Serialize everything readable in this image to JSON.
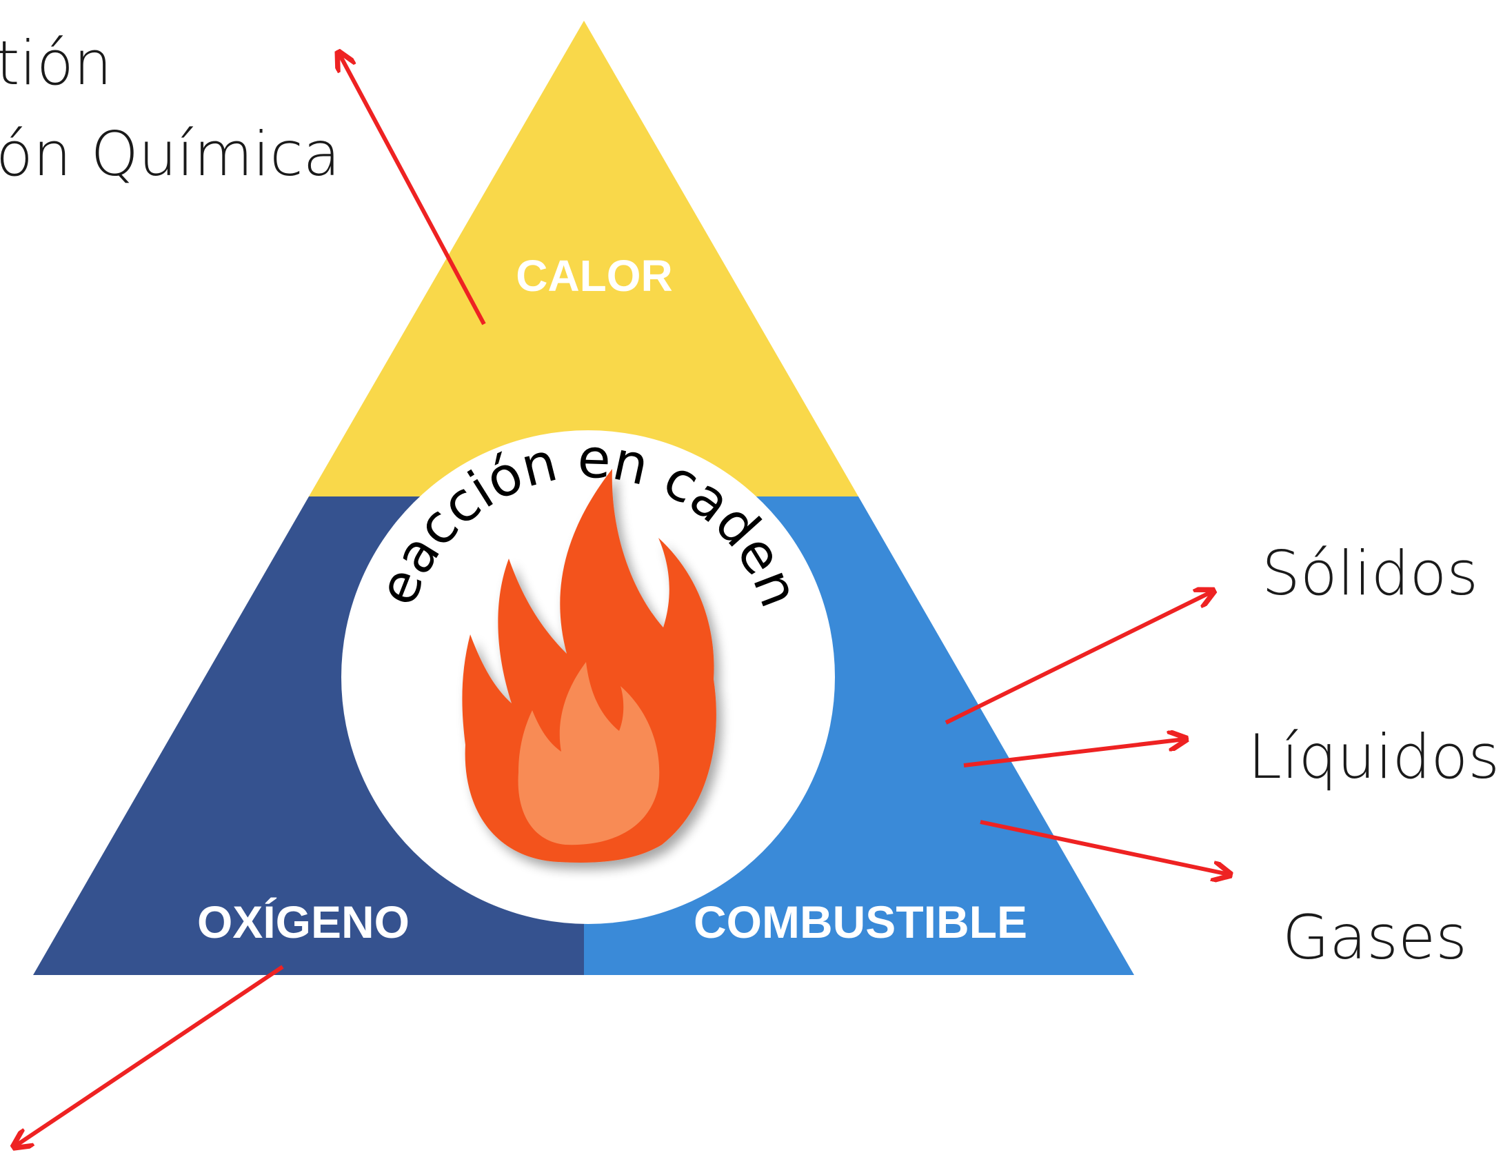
{
  "diagram": {
    "sides": {
      "top": "CALOR",
      "bottom_left": "OXÍGENO",
      "bottom_right": "COMBUSTIBLE"
    },
    "center_arc_text": "Reacción en cadena",
    "top_left_lines": [
      "tión",
      "ón Química"
    ],
    "fuel_states": [
      "Sólidos",
      "Líquidos",
      "Gases"
    ],
    "colors": {
      "heat": "#f9d84a",
      "oxygen": "#35528f",
      "fuel": "#3a8ad8",
      "arrow": "#ee2222",
      "flame_outer": "#f3531f",
      "flame_inner": "#f88b55"
    }
  }
}
